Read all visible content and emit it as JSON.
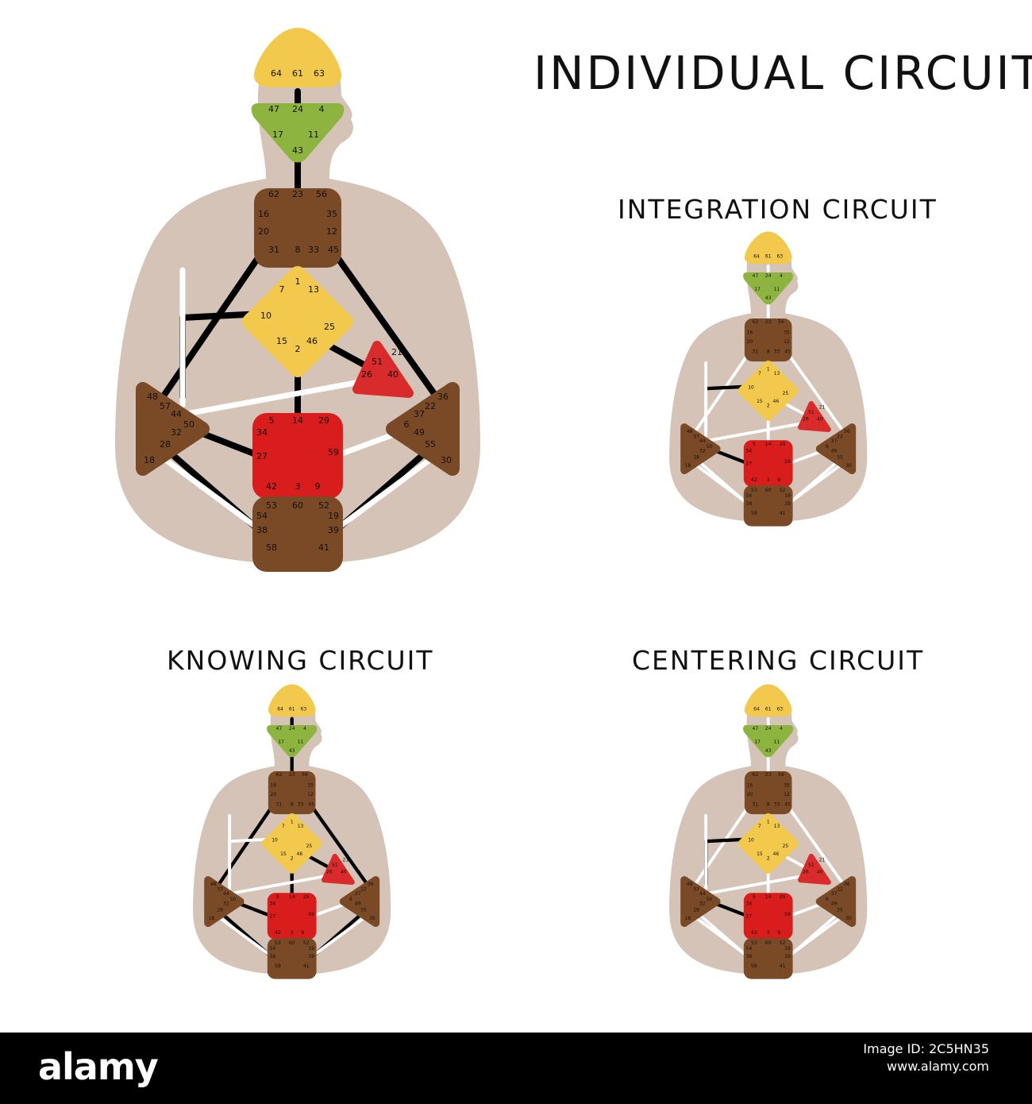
{
  "titles": {
    "main": "INDIVIDUAL CIRCUIT",
    "integration": "INTEGRATION CIRCUIT",
    "knowing": "KNOWING CIRCUIT",
    "centering": "CENTERING CIRCUIT"
  },
  "footer": {
    "logo": "alamy",
    "image_id_label": "Image ID: 2C5HN35",
    "site": "www.alamy.com"
  },
  "colors": {
    "silhouette": "#d4c3b6",
    "head_center": "#f2c94c",
    "ajna": "#8db43e",
    "throat": "#7a4a26",
    "g_center": "#f2c94c",
    "heart": "#d92b2b",
    "sacral": "#d91c1c",
    "spleen": "#7a4a26",
    "solar_plexus": "#7a4a26",
    "root": "#7a4a26",
    "active_channel": "#000000",
    "inactive_channel": "#ffffff"
  },
  "gates": {
    "head": [
      "64",
      "61",
      "63"
    ],
    "ajna": [
      "47",
      "24",
      "4",
      "17",
      "11",
      "43"
    ],
    "throat": [
      "62",
      "23",
      "56",
      "16",
      "35",
      "20",
      "12",
      "31",
      "8",
      "33",
      "45"
    ],
    "g": [
      "1",
      "7",
      "13",
      "10",
      "25",
      "15",
      "46",
      "2"
    ],
    "heart": [
      "21",
      "51",
      "26",
      "40"
    ],
    "sacral": [
      "5",
      "14",
      "29",
      "34",
      "27",
      "59",
      "42",
      "3",
      "9"
    ],
    "spleen": [
      "48",
      "57",
      "44",
      "50",
      "32",
      "28",
      "18"
    ],
    "solar": [
      "36",
      "22",
      "37",
      "6",
      "49",
      "55",
      "30"
    ],
    "root": [
      "53",
      "60",
      "52",
      "54",
      "19",
      "38",
      "39",
      "58",
      "41"
    ]
  }
}
